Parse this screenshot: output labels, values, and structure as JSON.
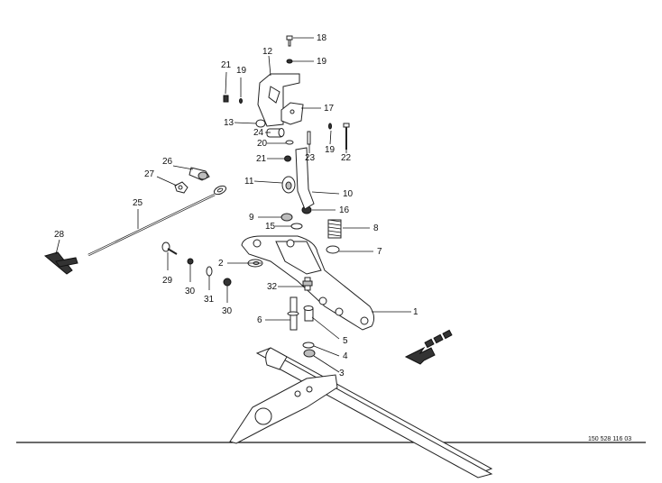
{
  "figure": {
    "document_number": "150 528 116 03",
    "direction_arrow_color": "#111111",
    "callouts": [
      {
        "id": "c1",
        "text": "1"
      },
      {
        "id": "c2",
        "text": "2"
      },
      {
        "id": "c3",
        "text": "3"
      },
      {
        "id": "c4",
        "text": "4"
      },
      {
        "id": "c5",
        "text": "5"
      },
      {
        "id": "c6",
        "text": "6"
      },
      {
        "id": "c7",
        "text": "7"
      },
      {
        "id": "c8",
        "text": "8"
      },
      {
        "id": "c9",
        "text": "9"
      },
      {
        "id": "c10",
        "text": "10"
      },
      {
        "id": "c11",
        "text": "11"
      },
      {
        "id": "c12",
        "text": "12"
      },
      {
        "id": "c13",
        "text": "13"
      },
      {
        "id": "c15",
        "text": "15"
      },
      {
        "id": "c16",
        "text": "16"
      },
      {
        "id": "c17",
        "text": "17"
      },
      {
        "id": "c18",
        "text": "18"
      },
      {
        "id": "c19a",
        "text": "19"
      },
      {
        "id": "c19b",
        "text": "19"
      },
      {
        "id": "c19c",
        "text": "19"
      },
      {
        "id": "c20",
        "text": "20"
      },
      {
        "id": "c21a",
        "text": "21"
      },
      {
        "id": "c21b",
        "text": "21"
      },
      {
        "id": "c22",
        "text": "22"
      },
      {
        "id": "c23",
        "text": "23"
      },
      {
        "id": "c24",
        "text": "24"
      },
      {
        "id": "c25",
        "text": "25"
      },
      {
        "id": "c26",
        "text": "26"
      },
      {
        "id": "c27",
        "text": "27"
      },
      {
        "id": "c28",
        "text": "28"
      },
      {
        "id": "c29",
        "text": "29"
      },
      {
        "id": "c30a",
        "text": "30"
      },
      {
        "id": "c30b",
        "text": "30"
      },
      {
        "id": "c31",
        "text": "31"
      },
      {
        "id": "c32",
        "text": "32"
      }
    ]
  }
}
